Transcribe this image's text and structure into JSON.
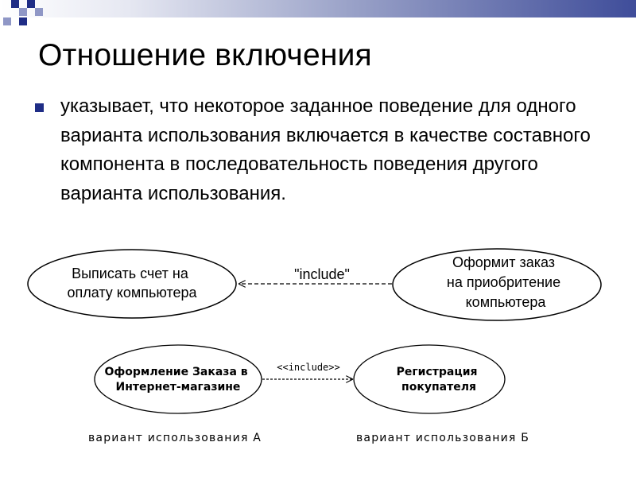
{
  "slide": {
    "title": "Отношение включения",
    "bullet": "указывает, что некоторое заданное поведение для одного варианта использования включается в качестве составного компонента в последовательность поведения другого варианта использования.",
    "accent_color": "#1f2d86"
  },
  "diagram1": {
    "left_usecase": [
      "Выписать счет на",
      "оплату компьютера"
    ],
    "right_usecase": [
      "Оформит заказ",
      "на приобритение",
      "компьютера"
    ],
    "relation_label": "\"include\""
  },
  "diagram2": {
    "left_usecase": [
      "Оформление Заказа в",
      "Интернет-магазине"
    ],
    "right_usecase": [
      "Регистрация",
      "покупателя"
    ],
    "relation_label": "<<include>>",
    "caption_left": "вариант использования А",
    "caption_right": "вариант использования Б"
  }
}
